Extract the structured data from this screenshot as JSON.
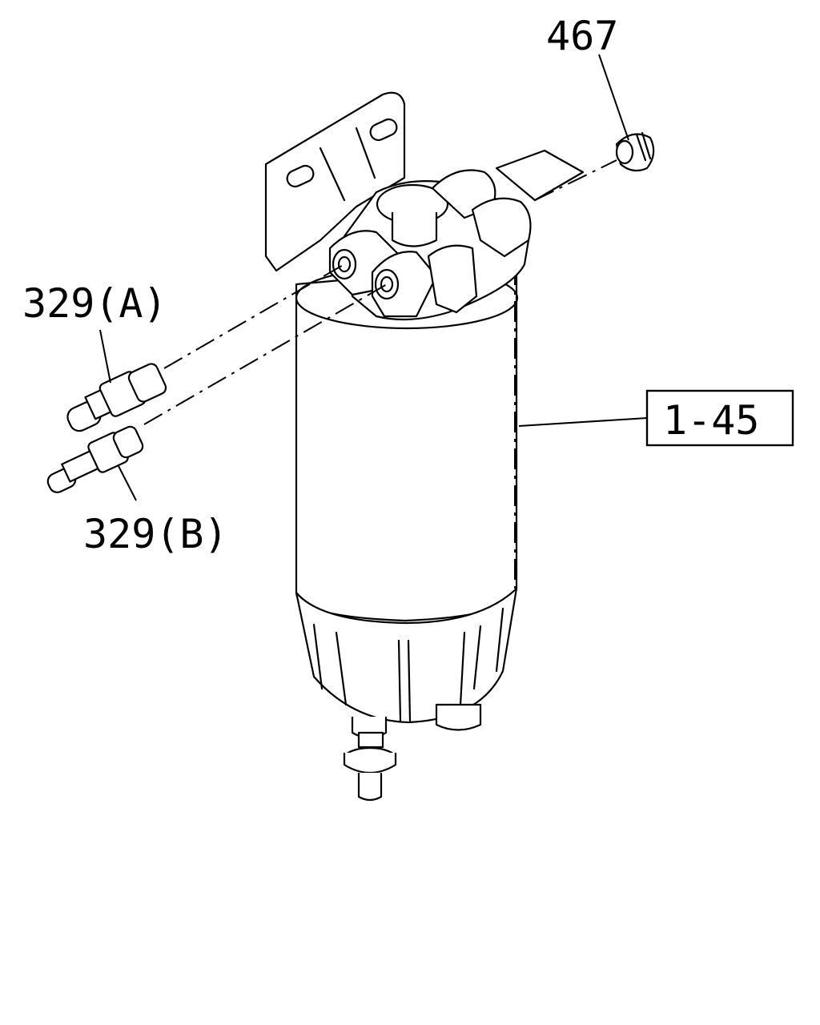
{
  "callouts": {
    "part_467": "467",
    "part_329a": "329(A)",
    "part_329b": "329(B)",
    "ref_box": "1-45"
  }
}
